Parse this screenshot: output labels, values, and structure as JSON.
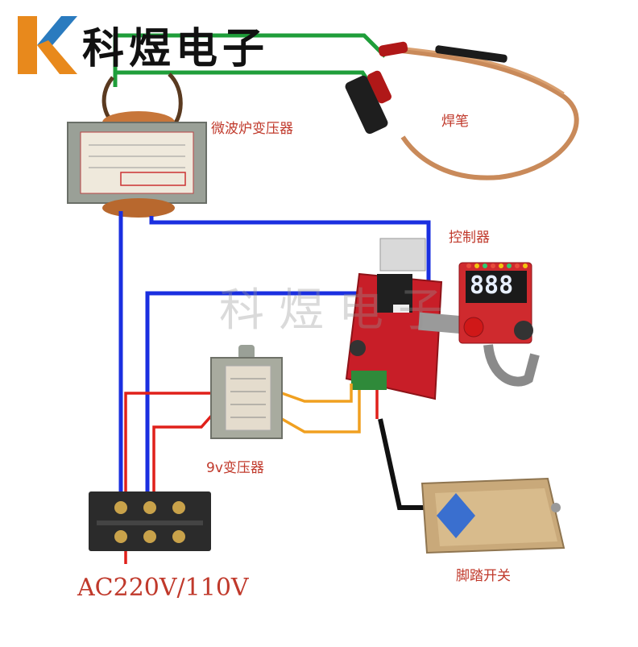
{
  "brand": {
    "name": "科煜电子",
    "logo_letter": "K",
    "logo_colors": [
      "#e8891c",
      "#2a7bbf"
    ]
  },
  "watermark": "科煜电子",
  "labels": {
    "microwave_transformer": "微波炉变压器",
    "weld_pen": "焊笔",
    "controller": "控制器",
    "transformer_9v": "9v变压器",
    "foot_switch": "脚踏开关",
    "power_input": "AC220V/110V"
  },
  "display": {
    "digits": "888"
  },
  "wire_colors": {
    "green": "#1f9e3a",
    "blue": "#1a2fe0",
    "red": "#e0201a",
    "orange": "#f0a020",
    "black": "#111111"
  },
  "component_colors": {
    "pcb": "#c81e28",
    "transformer_core": "#8a8f86",
    "foot_pedal": "#c9a97a",
    "terminal_block": "#2b2b2b"
  }
}
